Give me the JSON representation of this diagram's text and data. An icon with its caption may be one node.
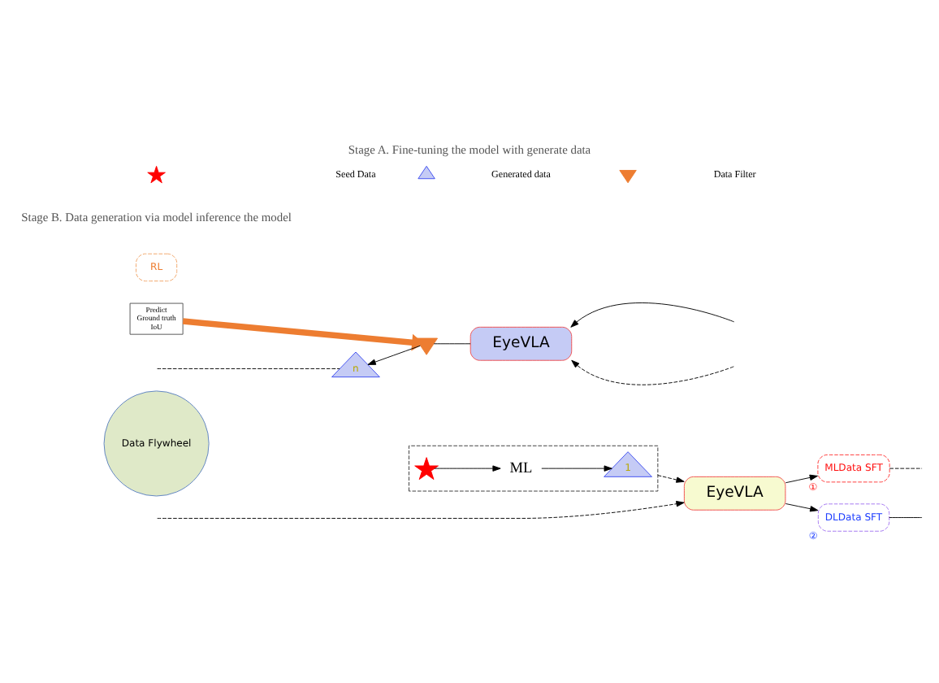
{
  "diagram": {
    "title": "Stage A. Fine-tuning the model with generate data",
    "caption": "Stage B. Data generation via model inference the model",
    "nodes": [
      {
        "text": [],
        "shape": "box"
      },
      {
        "text": [],
        "shape": "star",
        "in": 0
      },
      {
        "text": [
          "ML"
        ],
        "in": 0
      },
      {
        "text": [
          "1"
        ],
        "in": 0
      },
      {
        "text": [
          "EyeVLA"
        ]
      },
      {
        "text": [
          "MLData SFT"
        ],
        "beside": [
          "①"
        ]
      },
      {
        "text": [
          "DLData SFT"
        ],
        "beside": [
          "②"
        ]
      },
      {
        "text": [
          "Data Flywheel"
        ]
      },
      {
        "text": [
          "Predict",
          "Ground truth",
          "IoU"
        ]
      },
      {
        "text": [],
        "shape": "funnel"
      },
      {
        "text": [
          "EyeVLA"
        ]
      },
      {
        "text": [
          "n"
        ]
      },
      {
        "text": [
          "RL"
        ]
      }
    ],
    "edges": [
      {
        "from": 1,
        "to": 2,
        "arrow": "to"
      },
      {
        "from": 2,
        "to": 3,
        "arrow": "to"
      },
      {
        "from": 0,
        "to": 4,
        "arrow": "to",
        "style": "dashed"
      },
      {
        "from": null,
        "to": 4,
        "arrow": "to",
        "style": "dashed"
      },
      {
        "from": 4,
        "to": 5,
        "arrow": "to"
      },
      {
        "from": 4,
        "to": 6,
        "arrow": "to"
      },
      {
        "from": 5,
        "to": null,
        "arrow": "none",
        "style": "dashed"
      },
      {
        "from": 6,
        "to": null,
        "arrow": "none"
      },
      {
        "from": null,
        "to": 10,
        "arrow": "to"
      },
      {
        "from": null,
        "to": 10,
        "arrow": "to",
        "style": "dashed"
      },
      {
        "from": 8,
        "to": 9,
        "arrow": "to",
        "style": "thick",
        "color": "#ed7d31"
      },
      {
        "from": 10,
        "to": 9,
        "arrow": "none"
      },
      {
        "from": 9,
        "to": 11,
        "arrow": "to"
      },
      {
        "from": 11,
        "to": null,
        "arrow": "none",
        "style": "dashed"
      }
    ],
    "legend": [
      {
        "text": "Seed Data"
      },
      {
        "text": "Generated data"
      },
      {
        "text": "Data Filter"
      }
    ]
  }
}
